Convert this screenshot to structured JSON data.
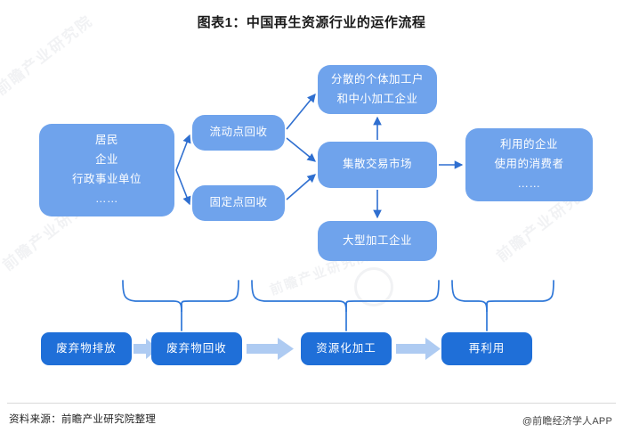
{
  "title": "图表1：中国再生资源行业的运作流程",
  "colors": {
    "node_light": "#6fa3ec",
    "node_dark": "#1f6fd8",
    "arrow_thin": "#2f6fd0",
    "arrow_thick": "#aecbf2",
    "brace": "#2f77d8",
    "title_text": "#1a1a1a"
  },
  "nodes": {
    "sources": {
      "lines": [
        "居民",
        "企业",
        "行政事业单位",
        "……"
      ]
    },
    "mobile_recovery": {
      "label": "流动点回收"
    },
    "fixed_recovery": {
      "label": "固定点回收"
    },
    "small_processors": {
      "lines": [
        "分散的个体加工户",
        "和中小加工企业"
      ]
    },
    "market": {
      "label": "集散交易市场"
    },
    "large_processors": {
      "label": "大型加工企业"
    },
    "users": {
      "lines": [
        "利用的企业",
        "使用的消费者",
        "……"
      ]
    }
  },
  "bottom_chain": {
    "steps": [
      {
        "label": "废弃物排放"
      },
      {
        "label": "废弃物回收"
      },
      {
        "label": "资源化加工"
      },
      {
        "label": "再利用"
      }
    ]
  },
  "footer": {
    "source": "资料来源：前瞻产业研究院整理",
    "credit": "@前瞻经济学人APP"
  },
  "watermarks": {
    "left_top": "前瞻产业研究院",
    "left_bottom": "前瞻产业研究院",
    "right": "前瞻产业研究院",
    "middle": "前瞻产业研究院"
  },
  "chart_data": {
    "type": "diagram",
    "title": "图表1：中国再生资源行业的运作流程",
    "layout": "left-to-right flow with bottom summary chain",
    "nodes": [
      {
        "id": "sources",
        "text": "居民 / 企业 / 行政事业单位 / ……",
        "column": 1
      },
      {
        "id": "mobile_recovery",
        "text": "流动点回收",
        "column": 2
      },
      {
        "id": "fixed_recovery",
        "text": "固定点回收",
        "column": 2
      },
      {
        "id": "small_processors",
        "text": "分散的个体加工户和中小加工企业",
        "column": 3
      },
      {
        "id": "market",
        "text": "集散交易市场",
        "column": 3
      },
      {
        "id": "large_processors",
        "text": "大型加工企业",
        "column": 3
      },
      {
        "id": "users",
        "text": "利用的企业 / 使用的消费者 / ……",
        "column": 4
      }
    ],
    "edges": [
      {
        "from": "sources",
        "to": "mobile_recovery"
      },
      {
        "from": "sources",
        "to": "fixed_recovery"
      },
      {
        "from": "mobile_recovery",
        "to": "small_processors"
      },
      {
        "from": "mobile_recovery",
        "to": "market"
      },
      {
        "from": "fixed_recovery",
        "to": "market"
      },
      {
        "from": "market",
        "to": "small_processors"
      },
      {
        "from": "market",
        "to": "large_processors"
      },
      {
        "from": "market",
        "to": "users"
      }
    ],
    "bottom_chain": [
      "废弃物排放",
      "废弃物回收",
      "资源化加工",
      "再利用"
    ],
    "braces": [
      {
        "spans": [
          "sources",
          "mobile_recovery",
          "fixed_recovery"
        ],
        "points_to": "废弃物回收"
      },
      {
        "spans": [
          "small_processors",
          "market",
          "large_processors"
        ],
        "points_to": "资源化加工"
      },
      {
        "spans": [
          "users"
        ],
        "points_to": "再利用"
      }
    ]
  }
}
